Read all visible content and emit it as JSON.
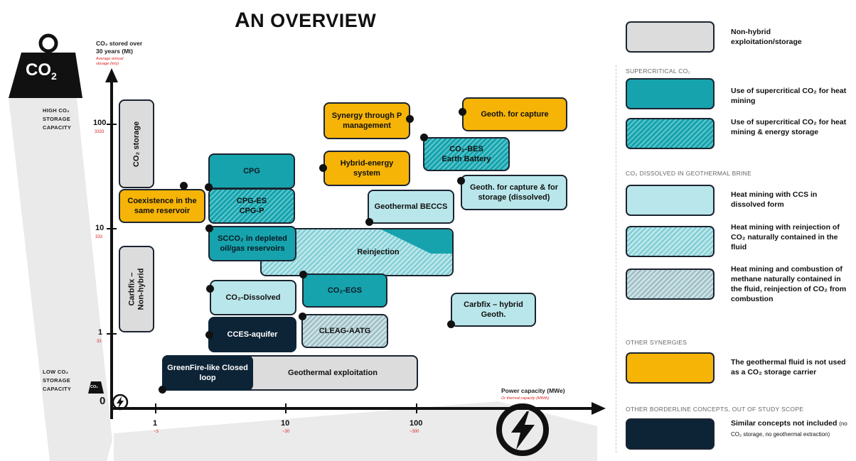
{
  "title": {
    "first": "A",
    "rest": "N OVERVIEW"
  },
  "y_axis": {
    "label_line1": "CO₂ stored over",
    "label_line2": "30 years (Mt)",
    "sub_line1": "Average annual",
    "sub_line2": "storage (kt/y)",
    "high_label": [
      "HIGH CO₂",
      "STORAGE",
      "CAPACITY"
    ],
    "low_label": [
      "LOW CO₂",
      "STORAGE",
      "CAPACITY"
    ],
    "ticks": [
      {
        "value": "100",
        "sub": "3333"
      },
      {
        "value": "10",
        "sub": "333"
      },
      {
        "value": "1",
        "sub": "33"
      }
    ],
    "zero": "0"
  },
  "x_axis": {
    "label": "Power capacity (MWe)",
    "sub": "Or thermal capacity (MWth)",
    "ticks": [
      {
        "value": "1",
        "sub": "~3"
      },
      {
        "value": "10",
        "sub": "~30"
      },
      {
        "value": "100",
        "sub": "~300"
      }
    ]
  },
  "weight_icon": {
    "text": "CO",
    "sub": "2"
  },
  "small_weight": {
    "text": "CO₂"
  },
  "boxes": {
    "co2_storage": "CO₂ storage",
    "carbfix_nonhybrid": "Carbfix –\nNon-hybrid",
    "coexistence": "Coexistence in the same reservoir",
    "cpg": "CPG",
    "cpg_es": "CPG-ES\nCPG-P",
    "scco2": "SCCO₂ in depleted oil/gas reservoirs",
    "reinjection": "Reinjection",
    "geothermal_beccs": "Geothermal BECCS",
    "synergy": "Synergy through P management",
    "hybrid_energy": "Hybrid-energy system",
    "geoth_capture": "Geoth. for capture",
    "co2_bes": "CO₂-BES\nEarth Battery",
    "geoth_capture_storage": "Geoth. for capture & for storage (dissolved)",
    "co2_dissolved": "CO₂-Dissolved",
    "co2_egs": "CO₂-EGS",
    "cces": "CCES-aquifer",
    "cleag": "CLEAG-AATG",
    "carbfix_hybrid": "Carbfix – hybrid Geoth.",
    "greenfire": "GreenFire-like Closed loop",
    "geothermal_exploitation": "Geothermal exploitation"
  },
  "legend": {
    "non_hybrid": "Non-hybrid exploitation/storage",
    "supercritical_head": "SUPERCRITICAL CO₂",
    "sc_heat": "Use of supercritical CO₂ for heat mining",
    "sc_heat_storage": "Use of supercritical CO₂ for heat mining & energy storage",
    "dissolved_head": "CO₂ DISSOLVED IN GEOTHERMAL BRINE",
    "dissolved_ccs": "Heat mining with CCS in dissolved form",
    "dissolved_reinjection": "Heat mining with reinjection of CO₂ naturally contained in the fluid",
    "dissolved_methane": "Heat mining and combustion of methane naturally contained in the fluid, reinjection of CO₂ from combustion",
    "other_head": "OTHER SYNERGIES",
    "other_desc": "The geothermal fluid is not used as a CO₂ storage carrier",
    "borderline_head": "OTHER BORDERLINE CONCEPTS, OUT OF STUDY SCOPE",
    "borderline_desc_bold": "Similar concepts not included",
    "borderline_desc_small": "(no CO₂ storage, no geothermal extraction)"
  },
  "colors": {
    "grey": "#dcdcdc",
    "teal": "#16a3ad",
    "light_teal": "#b9e6ea",
    "orange": "#f6b406",
    "navy": "#0d2437",
    "axis_red": "#dd2222"
  },
  "icons": [
    "co2-weight-icon",
    "lightning-icon",
    "small-lightning-icon",
    "small-co2-weight-icon"
  ]
}
